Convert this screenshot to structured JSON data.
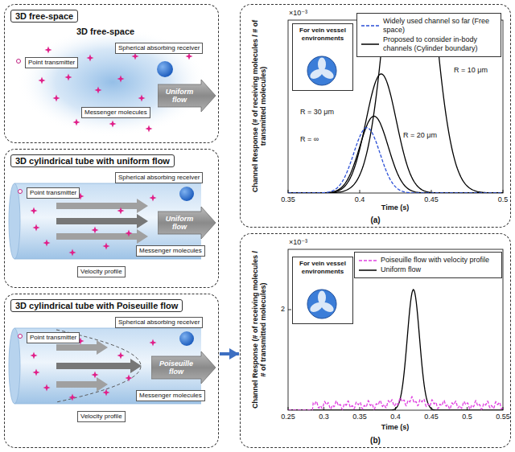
{
  "diagram": {
    "nodes": [
      {
        "text": [
          "3D free-space"
        ]
      },
      {
        "text": [
          "Spherical absorbing receiver"
        ],
        "in": 0
      },
      {
        "text": [
          "Point transmitter"
        ],
        "in": 0
      },
      {
        "text": [
          "Messenger molecules"
        ],
        "in": 0
      },
      {
        "text": [
          "Uniform flow"
        ],
        "in": 0
      },
      {
        "text": [
          "3D cylindrical tube with uniform flow"
        ]
      },
      {
        "text": [
          "Point transmitter"
        ],
        "in": 5
      },
      {
        "text": [
          "Spherical absorbing receiver"
        ],
        "in": 5
      },
      {
        "text": [
          "Messenger molecules"
        ],
        "in": 5
      },
      {
        "text": [
          "Velocity profile"
        ],
        "in": 5
      },
      {
        "text": [
          "Uniform flow"
        ],
        "in": 5
      },
      {
        "text": [
          "3D cylindrical tube with Poiseuille flow"
        ]
      },
      {
        "text": [
          "Point transmitter"
        ],
        "in": 11
      },
      {
        "text": [
          "Spherical absorbing receiver"
        ],
        "in": 11
      },
      {
        "text": [
          "Messenger molecules"
        ],
        "in": 11
      },
      {
        "text": [
          "Velocity profile"
        ],
        "in": 11
      },
      {
        "text": [
          "Poiseuille flow"
        ],
        "in": 11
      },
      {
        "text": [
          "(a)"
        ]
      },
      {
        "text": [
          "For vein vessel environments"
        ],
        "in": 17
      },
      {
        "text": [
          "(b)"
        ]
      },
      {
        "text": [
          "For vein vessel environments"
        ],
        "in": 19
      }
    ],
    "edges": [
      {
        "from": 11,
        "to": 19,
        "arrow": "to"
      }
    ],
    "labels": [
      "3D free-space",
      "×10⁻³",
      "R = 10 μm",
      "R = 20 μm",
      "R = 30 μm",
      "R = ∞",
      "Channel Response (# of receiving molecules / # of transmitted molecules)",
      "0.35",
      "0.4",
      "0.45",
      "0.5",
      "Time (s)",
      "×10⁻³",
      "2",
      "0.25",
      "0.3",
      "0.35",
      "0.4",
      "0.45",
      "0.5",
      "0.55",
      "Channel Response (# of receiving molecules / # of transmitted molecules)",
      "Time (s)"
    ],
    "legend": [
      {
        "text": "Widely used channel so far (Free space)"
      },
      {
        "text": "Proposed to consider in-body channels (Cylinder boundary)"
      },
      {
        "text": "Poiseuille flow with velocity profile"
      },
      {
        "text": "Uniform flow"
      }
    ]
  }
}
